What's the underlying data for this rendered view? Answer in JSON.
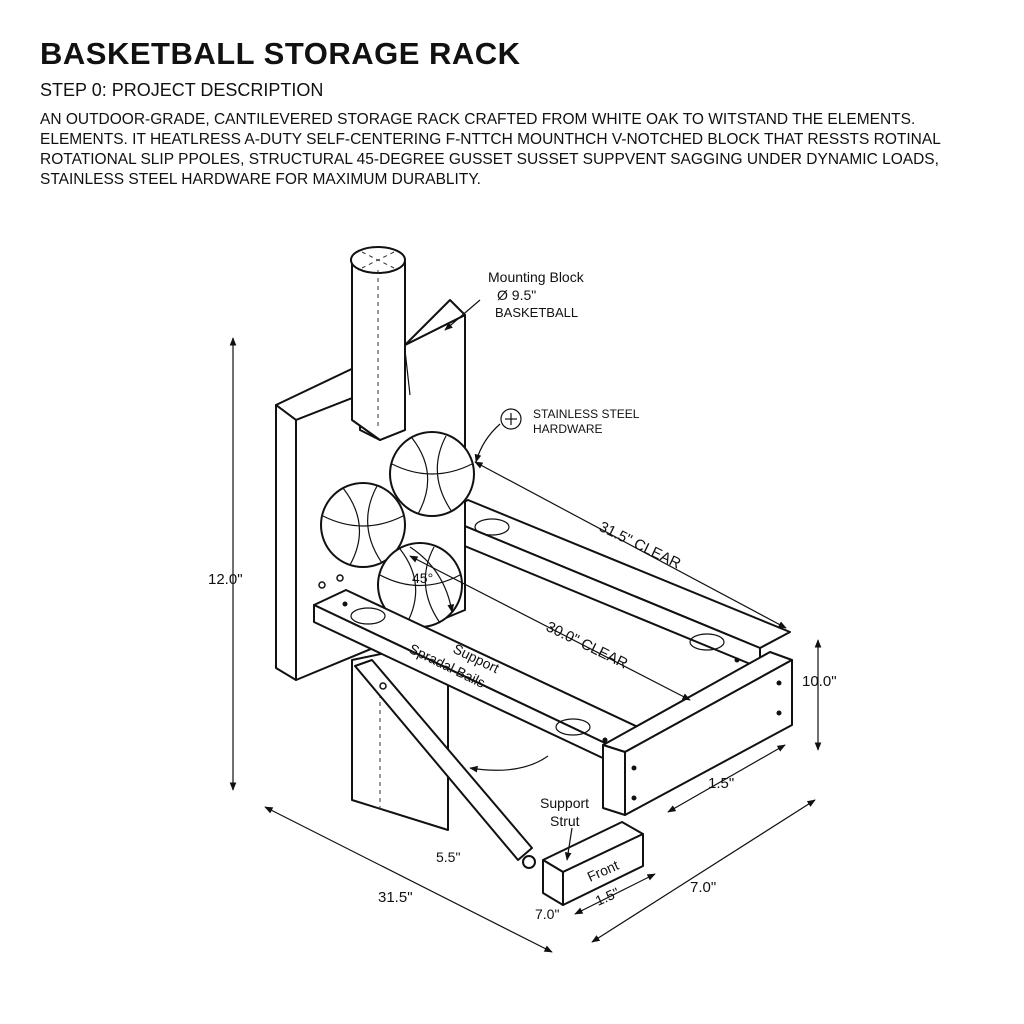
{
  "header": {
    "title": "BASKETBALL STORAGE RACK",
    "step": "STEP 0: PROJECT DESCRIPTION",
    "description_lines": [
      "AN OUTDOOR-GRADE, CANTILEVERED STORAGE RACK CRAFTED FROM WHITE OAK TO WITSTAND THE ELEMENTS.",
      "ELEMENTS. IT HEATLRESS A-DUTY SELF-CENTERING F-NTTCH MOUNTHCH V-NOTCHED BLOCK THAT RESSTS ROTINAL",
      "ROTATIONAL SLIP PPOLES, STRUCTURAL 45-DEGREE GUSSET SUSSET SUPPVENT SAGGING UNDER DYNAMIC LOADS,",
      "STAINLESS STEEL HARDWARE FOR MAXIMUM DURABLITY."
    ]
  },
  "callouts": {
    "mounting_block": [
      "Mounting Block",
      "Ø 9.5\"",
      "BASKETBALL"
    ],
    "hardware": [
      "STAINLESS STEEL",
      "HARDWARE"
    ],
    "support_rails": [
      "Support",
      "Spradal Bails"
    ],
    "support_strut": [
      "Support",
      "Strut"
    ],
    "front_block": "Front"
  },
  "dimensions": {
    "height": "12.0\"",
    "clear_back": "31.5\" CLEAR",
    "clear_front": "30.0\" CLEAR",
    "angle": "45°",
    "rail_height": "10.0\"",
    "rail_width": "1.5\"",
    "strut_width": "5.5\"",
    "base_length": "31.5\"",
    "block_depth": "7.0\"",
    "block_width": "1.5\"",
    "overall_depth": "7.0\""
  }
}
